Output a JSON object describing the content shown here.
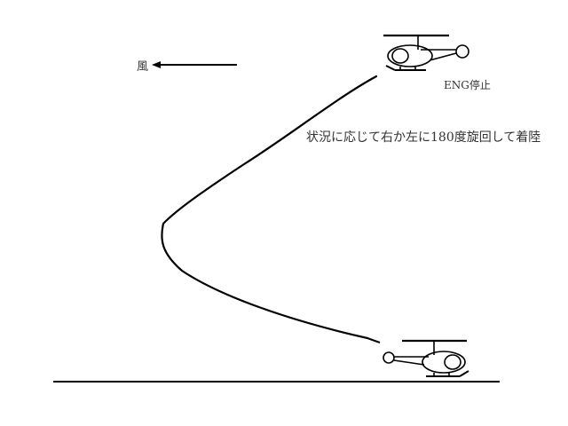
{
  "wind": {
    "label": "風",
    "direction": "left"
  },
  "top_helicopter": {
    "label": "ENG停止"
  },
  "maneuver": {
    "label": "状況に応じて右か左に180度旋回して着陸"
  },
  "colors": {
    "line": "#000000",
    "text": "#333333",
    "background": "#ffffff"
  }
}
